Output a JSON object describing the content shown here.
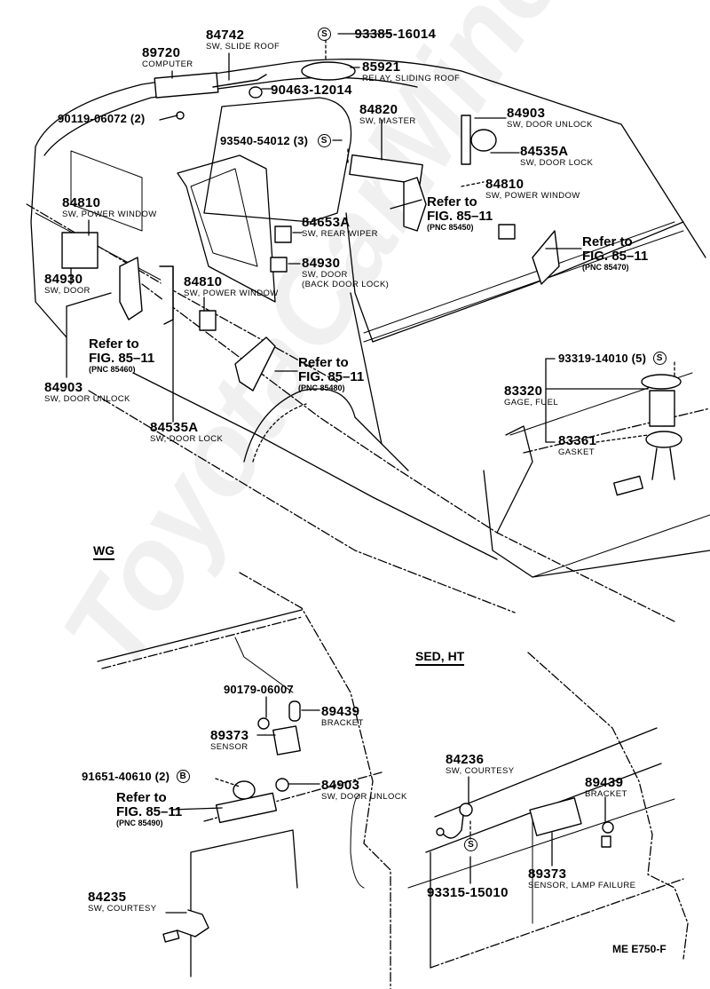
{
  "diagram": {
    "drawing_code": "ME E750-F",
    "watermark": "ToyotaCarMine.ru",
    "sections": [
      {
        "id": "wg",
        "label": "WG"
      },
      {
        "id": "sed_ht",
        "label": "SED, HT"
      }
    ],
    "symbols": {
      "s": "S",
      "b": "B"
    },
    "main_view": {
      "callouts": [
        {
          "id": "c89720",
          "part_no": "89720",
          "desc": "COMPUTER"
        },
        {
          "id": "c84742",
          "part_no": "84742",
          "desc": "SW, SLIDE ROOF"
        },
        {
          "id": "c93385",
          "part_no": "93385-16014",
          "symbol": "S"
        },
        {
          "id": "c85921",
          "part_no": "85921",
          "desc": "RELAY, SLIDING ROOF"
        },
        {
          "id": "c90463",
          "part_no": "90463-12014"
        },
        {
          "id": "c90119",
          "part_no": "90119-06072 (2)"
        },
        {
          "id": "c93540",
          "part_no": "93540-54012 (3)",
          "symbol": "S"
        },
        {
          "id": "c84820",
          "part_no": "84820",
          "desc": "SW, MASTER"
        },
        {
          "id": "c84903a",
          "part_no": "84903",
          "desc": "SW, DOOR UNLOCK"
        },
        {
          "id": "c84535a",
          "part_no": "84535A",
          "desc": "SW, DOOR LOCK"
        },
        {
          "id": "c84810a",
          "part_no": "84810",
          "desc": "SW, POWER WINDOW"
        },
        {
          "id": "c84810b",
          "part_no": "84810",
          "desc": "SW, POWER WINDOW"
        },
        {
          "id": "c84930a",
          "part_no": "84930",
          "desc": "SW, DOOR"
        },
        {
          "id": "c84653",
          "part_no": "84653A",
          "desc": "SW, REAR WIPER"
        },
        {
          "id": "c84930b",
          "part_no": "84930",
          "desc": "SW, DOOR",
          "desc2": "(BACK DOOR LOCK)"
        },
        {
          "id": "c84810c",
          "part_no": "84810",
          "desc": "SW, POWER WINDOW"
        },
        {
          "id": "c84903b",
          "part_no": "84903",
          "desc": "SW, DOOR UNLOCK"
        },
        {
          "id": "c84535b",
          "part_no": "84535A",
          "desc": "SW, DOOR LOCK"
        },
        {
          "id": "c93319",
          "part_no": "93319-14010 (5)",
          "symbol": "S"
        },
        {
          "id": "c83320",
          "part_no": "83320",
          "desc": "GAGE, FUEL"
        },
        {
          "id": "c83361",
          "part_no": "83361",
          "desc": "GASKET"
        }
      ],
      "references": [
        {
          "id": "r85450",
          "line1": "Refer to",
          "line2": "FIG. 85–11",
          "pnc": "(PNC 85450)"
        },
        {
          "id": "r85470",
          "line1": "Refer to",
          "line2": "FIG. 85–11",
          "pnc": "(PNC 85470)"
        },
        {
          "id": "r85460",
          "line1": "Refer to",
          "line2": "FIG. 85–11",
          "pnc": "(PNC 85460)"
        },
        {
          "id": "r85480",
          "line1": "Refer to",
          "line2": "FIG. 85–11",
          "pnc": "(PNC 85480)"
        }
      ]
    },
    "wg_view": {
      "callouts": [
        {
          "id": "w90179",
          "part_no": "90179-06007"
        },
        {
          "id": "w89439",
          "part_no": "89439",
          "desc": "BRACKET"
        },
        {
          "id": "w89373",
          "part_no": "89373",
          "desc": "SENSOR"
        },
        {
          "id": "w91651",
          "part_no": "91651-40610 (2)",
          "symbol": "B"
        },
        {
          "id": "w84903",
          "part_no": "84903",
          "desc": "SW, DOOR UNLOCK"
        },
        {
          "id": "w84235",
          "part_no": "84235",
          "desc": "SW, COURTESY"
        }
      ],
      "references": [
        {
          "id": "r85490",
          "line1": "Refer to",
          "line2": "FIG. 85–11",
          "pnc": "(PNC 85490)"
        }
      ]
    },
    "sed_view": {
      "callouts": [
        {
          "id": "s84236",
          "part_no": "84236",
          "desc": "SW, COURTESY"
        },
        {
          "id": "s89439",
          "part_no": "89439",
          "desc": "BRACKET"
        },
        {
          "id": "s89373",
          "part_no": "89373",
          "desc": "SENSOR, LAMP FAILURE"
        },
        {
          "id": "s93315",
          "part_no": "93315-15010",
          "symbol": "S"
        }
      ]
    }
  }
}
